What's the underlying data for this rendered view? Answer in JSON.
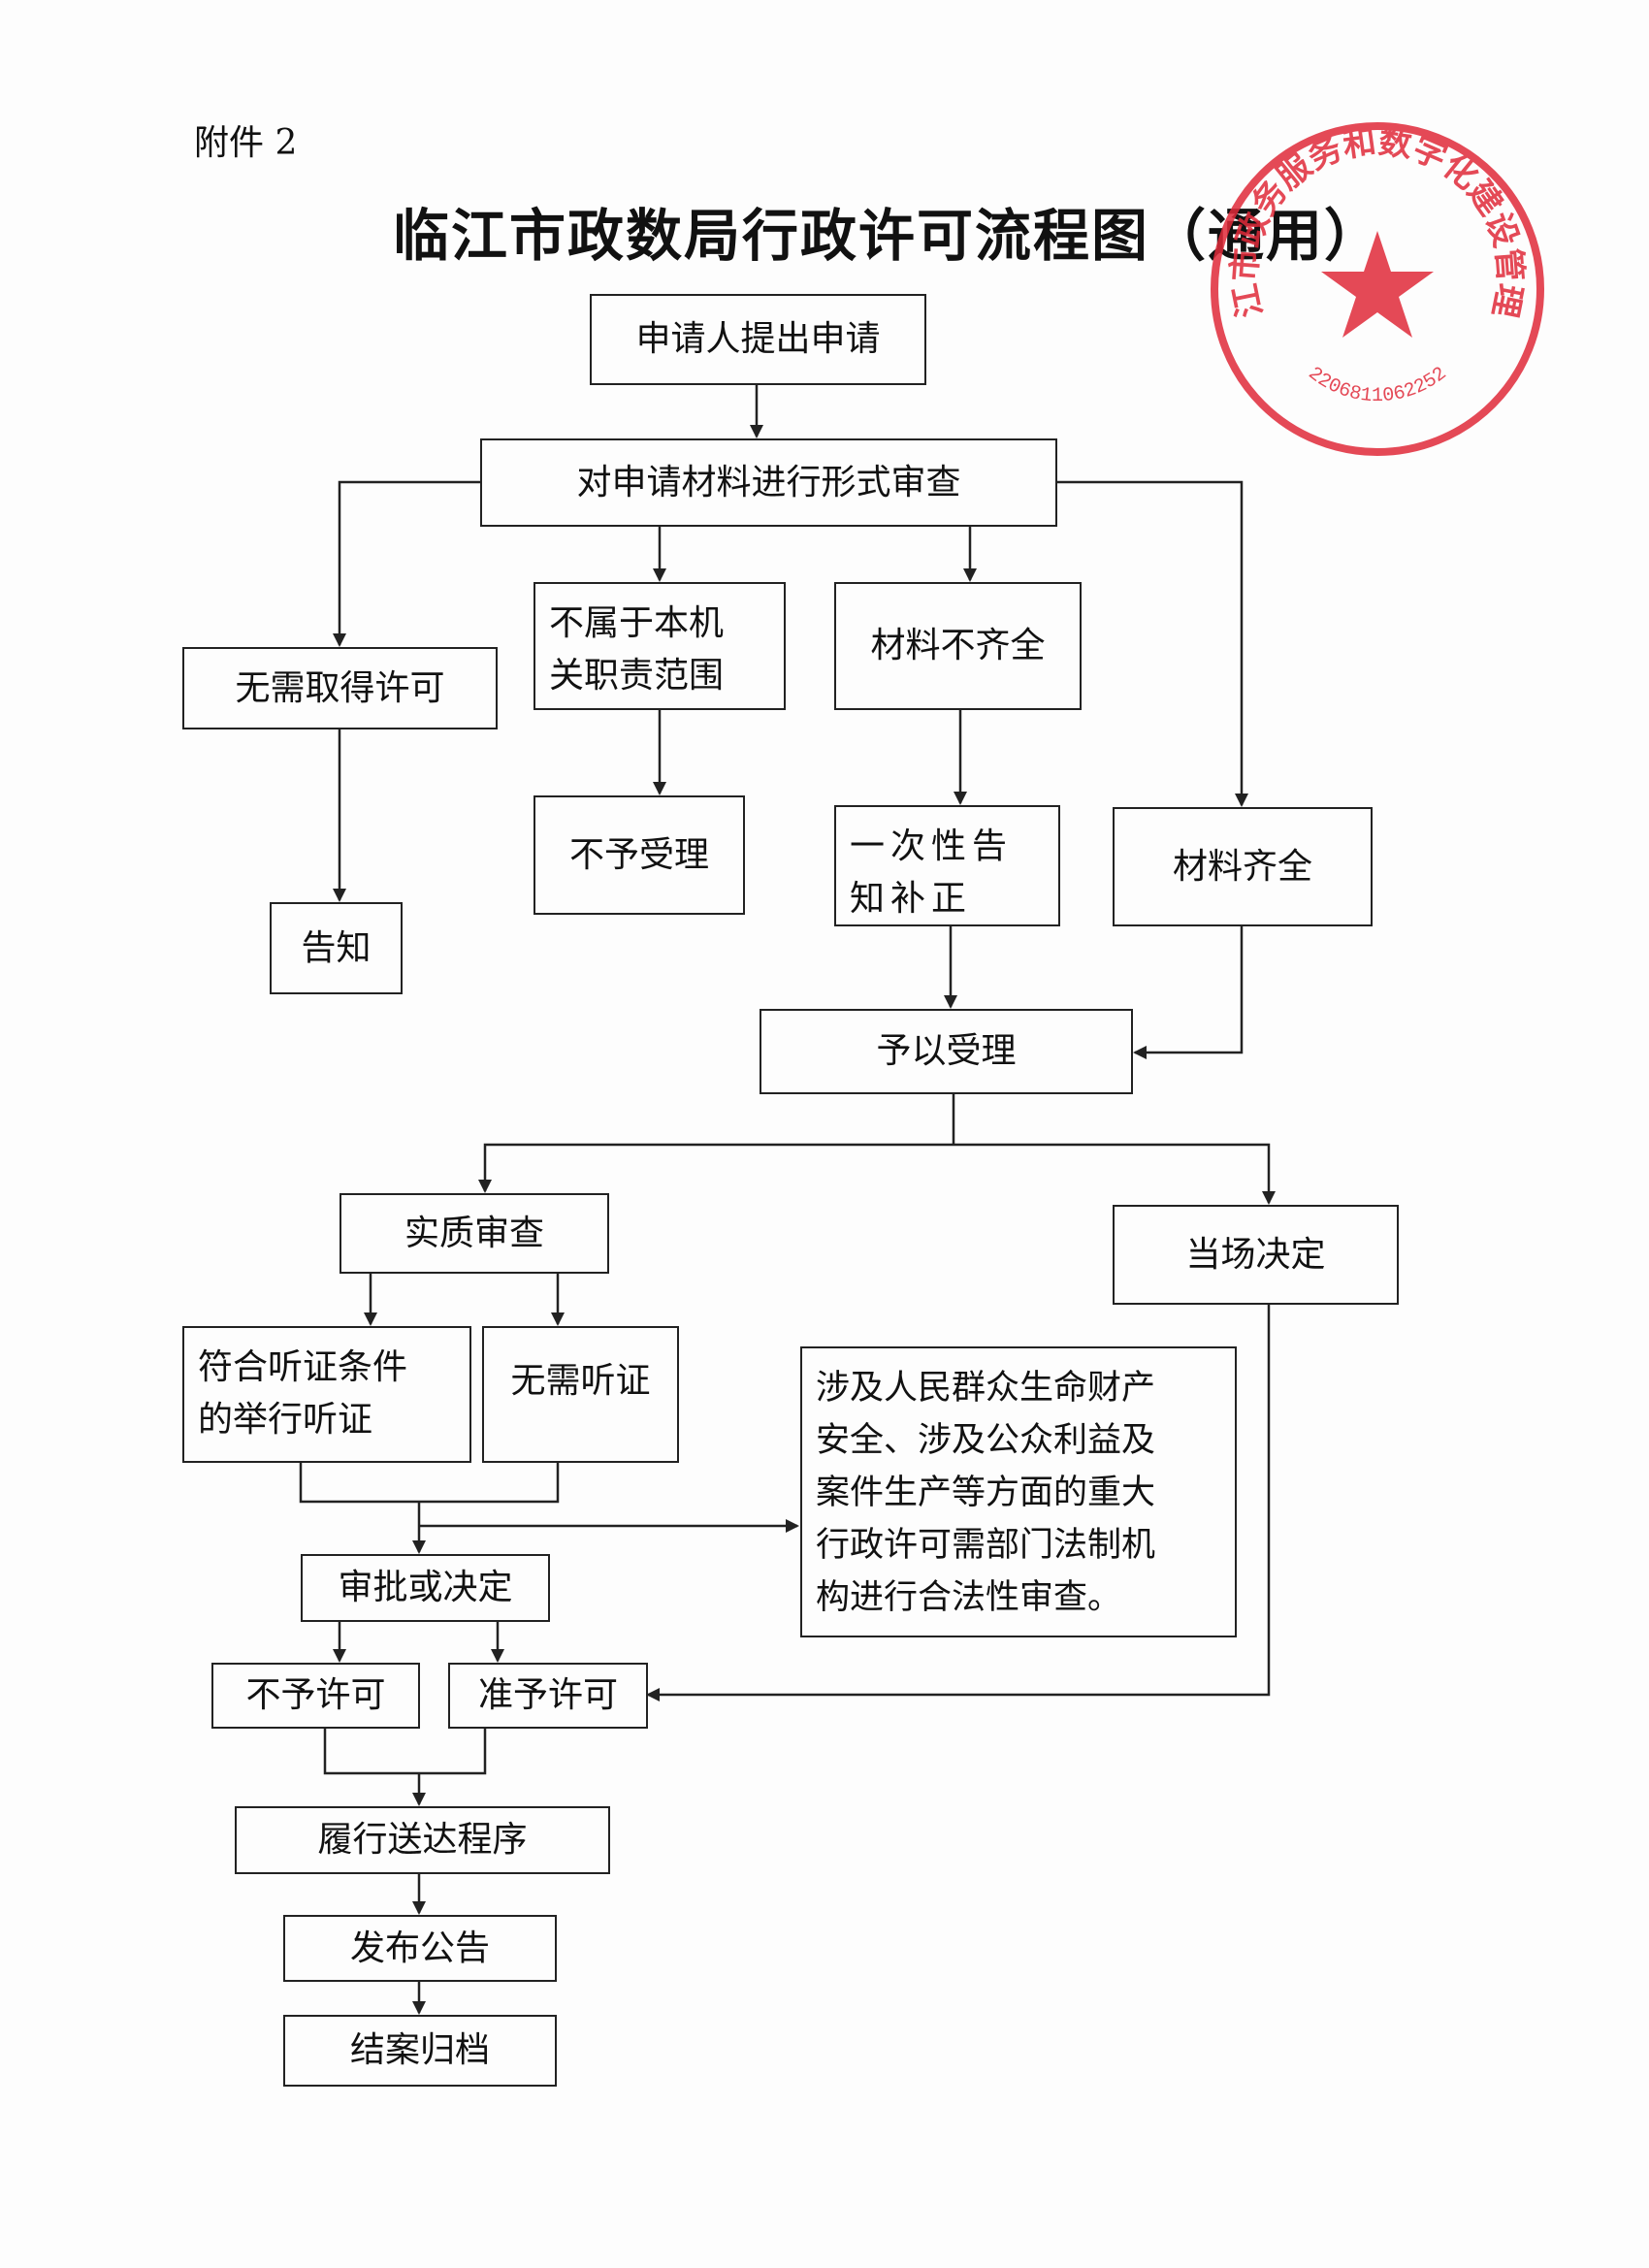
{
  "attachment_label": "附件 2",
  "title": "临江市政数局行政许可流程图（通用）",
  "seal": {
    "text": "临江市政务服务和数字化建设管理局",
    "number": "2206811062252",
    "color": "#e02a3a"
  },
  "nodes": {
    "apply": "申请人提出申请",
    "formal_review": "对申请材料进行形式审查",
    "no_permit_needed": "无需取得许可",
    "not_in_scope": "不属于本机\n关职责范围",
    "incomplete": "材料不齐全",
    "reject_accept": "不予受理",
    "notify_once": "一次性告\n知补正",
    "complete": "材料齐全",
    "inform": "告知",
    "accept": "予以受理",
    "substantive_review": "实质审查",
    "on_site_decision": "当场决定",
    "hearing": "符合听证条件\n的举行听证",
    "no_hearing": "无需听证",
    "legal_review_note": "涉及人民群众生命财产\n安全、涉及公众利益及\n案件生产等方面的重大\n行政许可需部门法制机\n构进行合法性审查。",
    "approve_or_decide": "审批或决定",
    "deny_permit": "不予许可",
    "grant_permit": "准予许可",
    "delivery": "履行送达程序",
    "announce": "发布公告",
    "archive": "结案归档"
  }
}
